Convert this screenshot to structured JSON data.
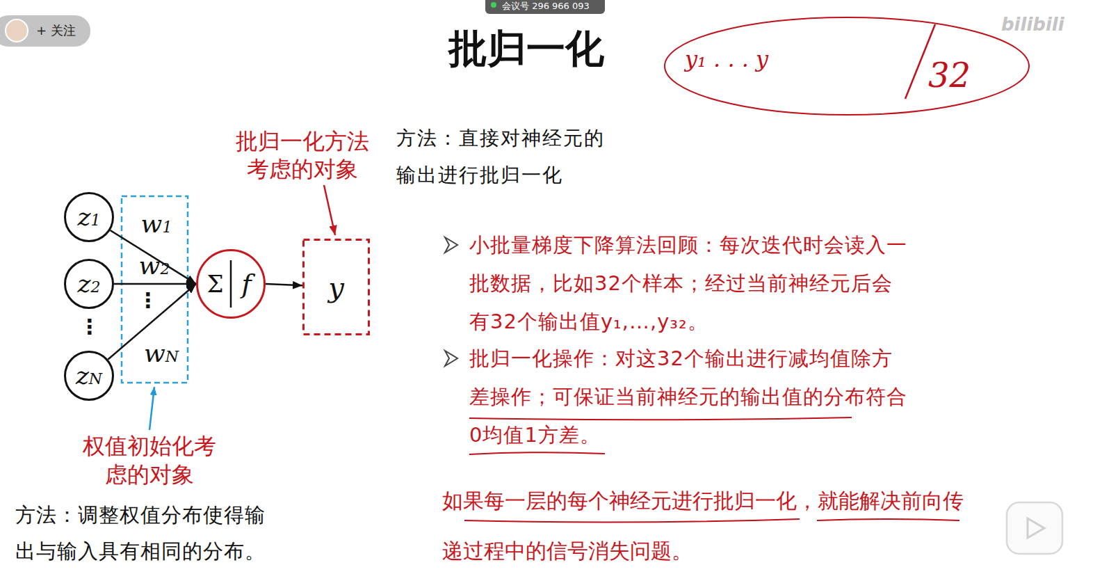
{
  "diagram": {
    "title": "批归一化",
    "nodes": [
      {
        "text": [
          "z1"
        ]
      },
      {
        "text": [
          "z2"
        ]
      },
      {
        "text": [
          "zN"
        ]
      },
      {
        "text": [
          "Σ",
          "f"
        ]
      },
      {
        "text": [
          "y"
        ]
      }
    ],
    "edges": [
      {
        "from": 0,
        "to": 3,
        "arrow": "to",
        "label": "w1"
      },
      {
        "from": 1,
        "to": 3,
        "arrow": "to",
        "label": "w2"
      },
      {
        "from": 2,
        "to": 3,
        "arrow": "to",
        "label": "wN"
      },
      {
        "from": 3,
        "to": 4,
        "arrow": "to"
      }
    ],
    "labels": [
      "会议号 296 966 093",
      "+ 关注",
      "bilibili",
      "批归一化方法考虑的对象",
      "方法：直接对神经元的输出进行批归一化",
      "⋮",
      "⋮",
      "权值初始化考虑的对象",
      "方法：调整权值分布使得输出与输入具有相同的分布。",
      "小批量梯度下降算法回顾：每次迭代时会读入一批数据，比如32个样本；经过当前神经元后会有32个输出值y₁,…,y₃₂。",
      "批归一化操作：对这32个输出进行减均值除方差操作；可保证当前神经元的输出值的分布符合0均值1方差。",
      "如果每一层的每个神经元进行批归一化，就能解决前向传递过程中的信号消失问题。",
      "y₁ . . . y",
      "32"
    ]
  }
}
